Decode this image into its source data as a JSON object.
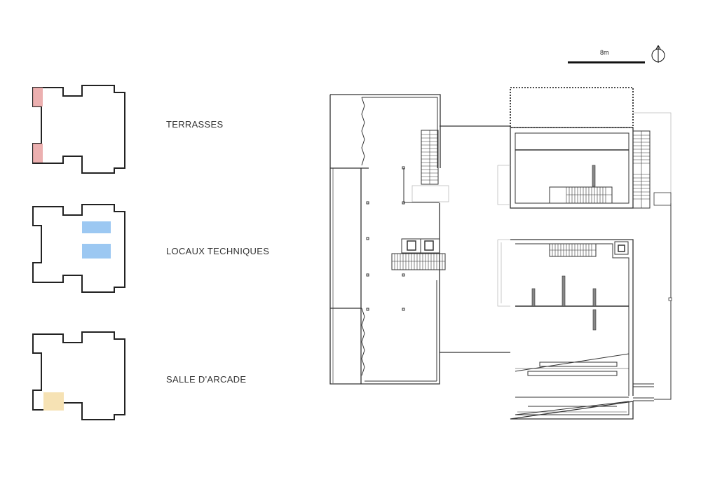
{
  "legend": {
    "items": [
      {
        "label": "TERRASSES",
        "color": "#eaa7a7"
      },
      {
        "label": "LOCAUX TECHNIQUES",
        "color": "#9cc8f2"
      },
      {
        "label": "SALLE D'ARCADE",
        "color": "#f6e2b4"
      }
    ]
  },
  "scale": {
    "label": "8m"
  },
  "north_arrow": {
    "icon": "north-arrow-icon"
  }
}
